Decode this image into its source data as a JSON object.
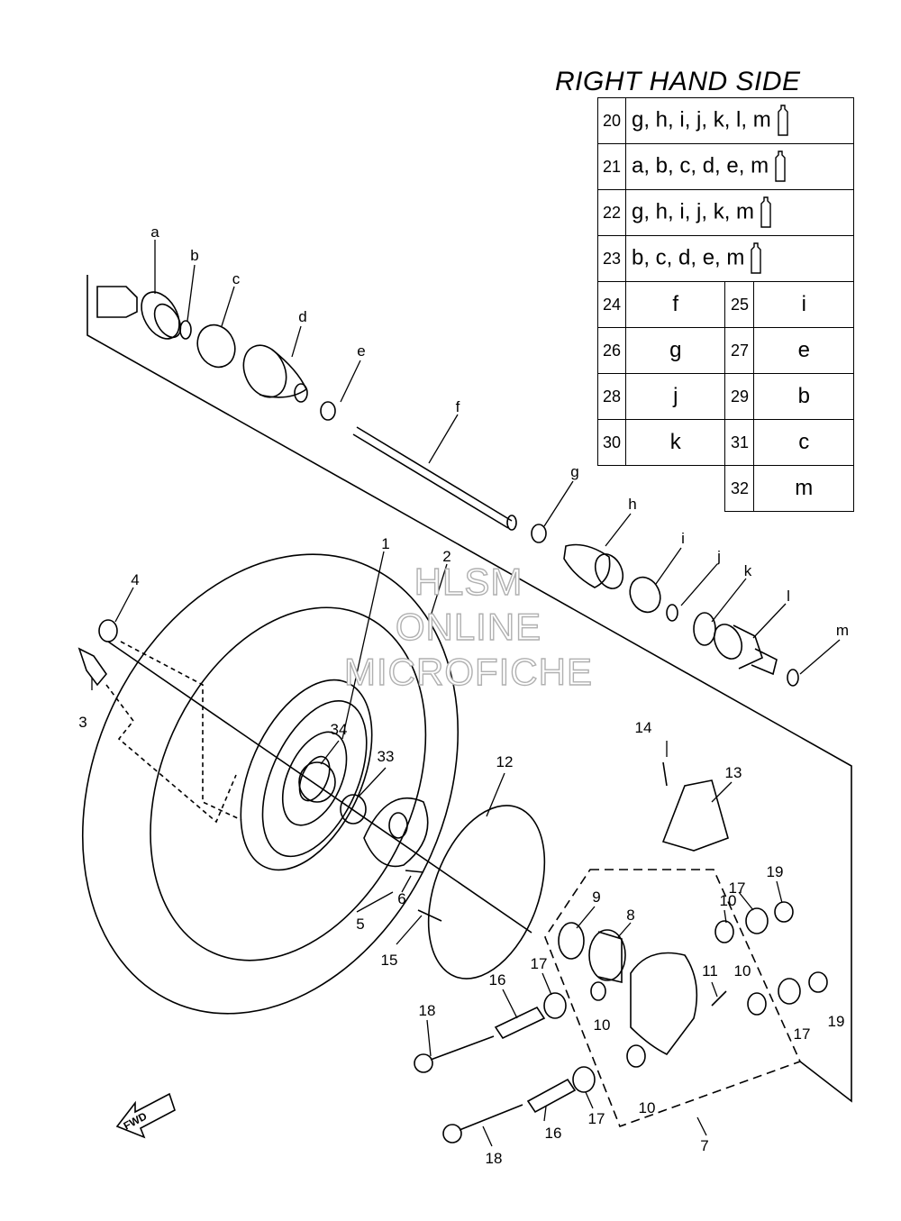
{
  "header": {
    "title": "RIGHT HAND SIDE"
  },
  "legend": {
    "wide_rows": [
      {
        "num": "20",
        "letters": "g, h, i, j, k, l, m"
      },
      {
        "num": "21",
        "letters": "a, b, c, d, e, m"
      },
      {
        "num": "22",
        "letters": "g, h, i, j, k, m"
      },
      {
        "num": "23",
        "letters": "b, c, d, e, m"
      }
    ],
    "pair_rows": [
      {
        "n1": "24",
        "v1": "f",
        "n2": "25",
        "v2": "i"
      },
      {
        "n1": "26",
        "v1": "g",
        "n2": "27",
        "v2": "e"
      },
      {
        "n1": "28",
        "v1": "j",
        "n2": "29",
        "v2": "b"
      },
      {
        "n1": "30",
        "v1": "k",
        "n2": "31",
        "v2": "c"
      }
    ],
    "last_row": {
      "n2": "32",
      "v2": "m"
    }
  },
  "watermark": {
    "line1": "HLSM",
    "line2": "ONLINE",
    "line3": "MICROFICHE"
  },
  "fwd_label": "FWD",
  "callouts": {
    "letters": [
      "a",
      "b",
      "c",
      "d",
      "e",
      "f",
      "g",
      "h",
      "i",
      "j",
      "k",
      "l",
      "m"
    ],
    "numbers": [
      "1",
      "2",
      "3",
      "4",
      "5",
      "6",
      "7",
      "8",
      "9",
      "10",
      "10",
      "10",
      "10",
      "11",
      "12",
      "13",
      "14",
      "15",
      "16",
      "16",
      "17",
      "17",
      "17",
      "17",
      "18",
      "18",
      "19",
      "19",
      "33",
      "34"
    ]
  }
}
